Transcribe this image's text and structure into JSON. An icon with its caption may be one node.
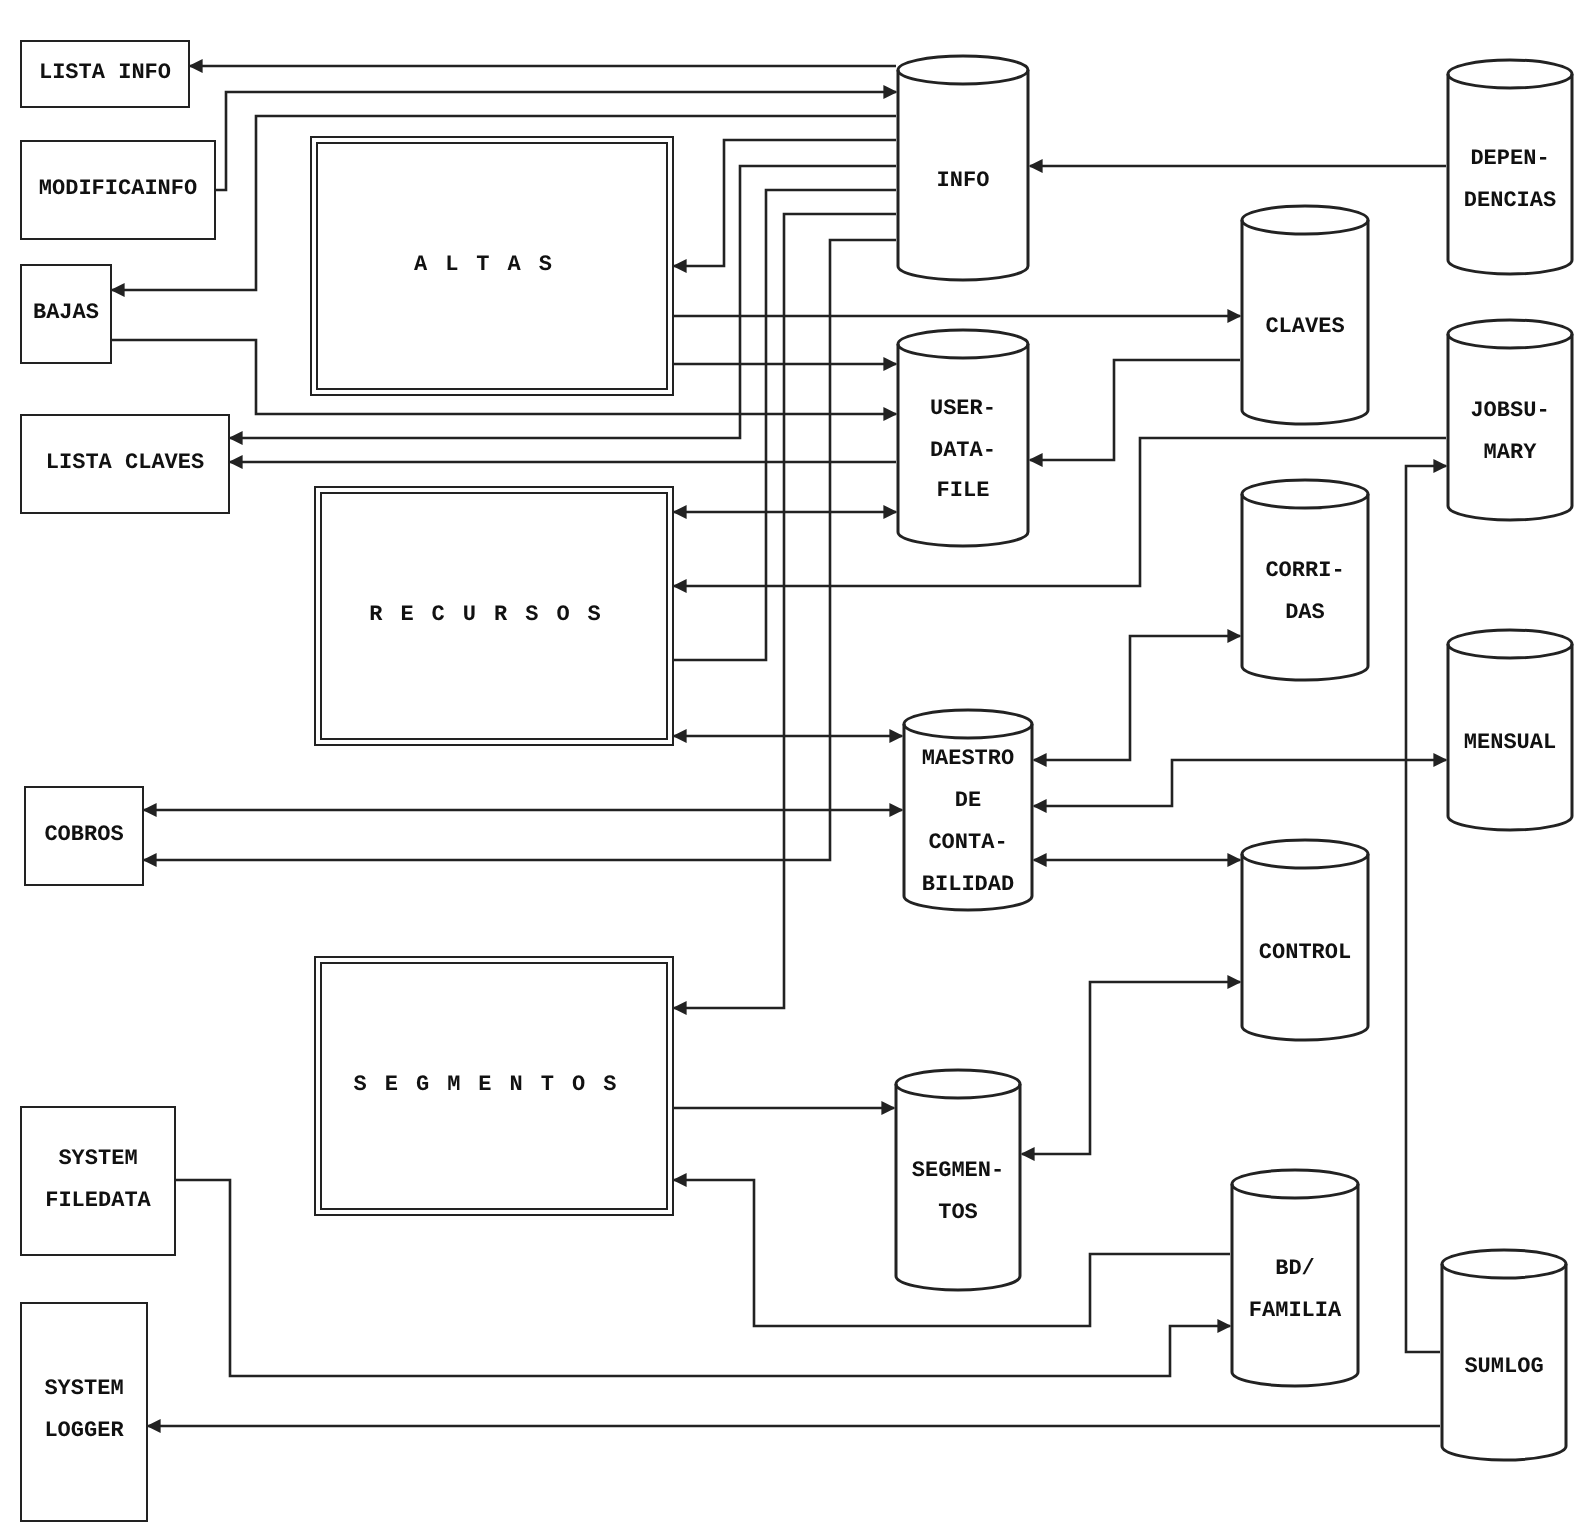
{
  "diagram": {
    "nodes": [
      {
        "text": [
          "LISTA INFO"
        ]
      },
      {
        "text": [
          "MODIFICAINFO"
        ]
      },
      {
        "text": [
          "BAJAS"
        ]
      },
      {
        "text": [
          "LISTA CLAVES"
        ]
      },
      {
        "text": [
          "ALTAS"
        ]
      },
      {
        "text": [
          "RECURSOS"
        ]
      },
      {
        "text": [
          "COBROS"
        ]
      },
      {
        "text": [
          "SEGMENTOS"
        ]
      },
      {
        "text": [
          "SYSTEM FILEDATA"
        ]
      },
      {
        "text": [
          "SYSTEM LOGGER"
        ]
      },
      {
        "text": [
          "INFO"
        ]
      },
      {
        "text": [
          "DEPEN- DENCIAS"
        ]
      },
      {
        "text": [
          "CLAVES"
        ]
      },
      {
        "text": [
          "USER- DATA- FILE"
        ]
      },
      {
        "text": [
          "JOBSU- MARY"
        ]
      },
      {
        "text": [
          "CORRI- DAS"
        ]
      },
      {
        "text": [
          "MENSUAL"
        ]
      },
      {
        "text": [
          "MAESTRO DE CONTA- BILIDAD"
        ]
      },
      {
        "text": [
          "CONTROL"
        ]
      },
      {
        "text": [
          "SEGMEN- TOS"
        ]
      },
      {
        "text": [
          "BD/ FAMILIA"
        ]
      },
      {
        "text": [
          "SUMLOG"
        ]
      }
    ],
    "edges": [
      {
        "from": 10,
        "to": 0,
        "arrow": "to"
      },
      {
        "from": 1,
        "to": 10,
        "arrow": "to"
      },
      {
        "from": 10,
        "to": 2,
        "arrow": "to"
      },
      {
        "from": 10,
        "to": 4,
        "arrow": "to"
      },
      {
        "from": 10,
        "to": 3,
        "arrow": "to"
      },
      {
        "from": 5,
        "to": 10,
        "arrow": "none"
      },
      {
        "from": 10,
        "to": 7,
        "arrow": "to"
      },
      {
        "from": 10,
        "to": 6,
        "arrow": "to"
      },
      {
        "from": 11,
        "to": 10,
        "arrow": "to"
      },
      {
        "from": 4,
        "to": 12,
        "arrow": "to"
      },
      {
        "from": 4,
        "to": 13,
        "arrow": "to"
      },
      {
        "from": 2,
        "to": 13,
        "arrow": "to"
      },
      {
        "from": 13,
        "to": 3,
        "arrow": "to"
      },
      {
        "from": 5,
        "to": 13,
        "arrow": "both"
      },
      {
        "from": 12,
        "to": 13,
        "arrow": "to"
      },
      {
        "from": 14,
        "to": 5,
        "arrow": "to"
      },
      {
        "from": 5,
        "to": 17,
        "arrow": "both"
      },
      {
        "from": 6,
        "to": 17,
        "arrow": "both"
      },
      {
        "from": 17,
        "to": 15,
        "arrow": "both"
      },
      {
        "from": 17,
        "to": 16,
        "arrow": "both"
      },
      {
        "from": 17,
        "to": 18,
        "arrow": "both"
      },
      {
        "from": 21,
        "to": 14,
        "arrow": "to"
      },
      {
        "from": 7,
        "to": 19,
        "arrow": "to"
      },
      {
        "from": 18,
        "to": 19,
        "arrow": "both"
      },
      {
        "from": 20,
        "to": 7,
        "arrow": "to"
      },
      {
        "from": 8,
        "to": 20,
        "arrow": "to"
      },
      {
        "from": 21,
        "to": 9,
        "arrow": "to"
      }
    ]
  }
}
